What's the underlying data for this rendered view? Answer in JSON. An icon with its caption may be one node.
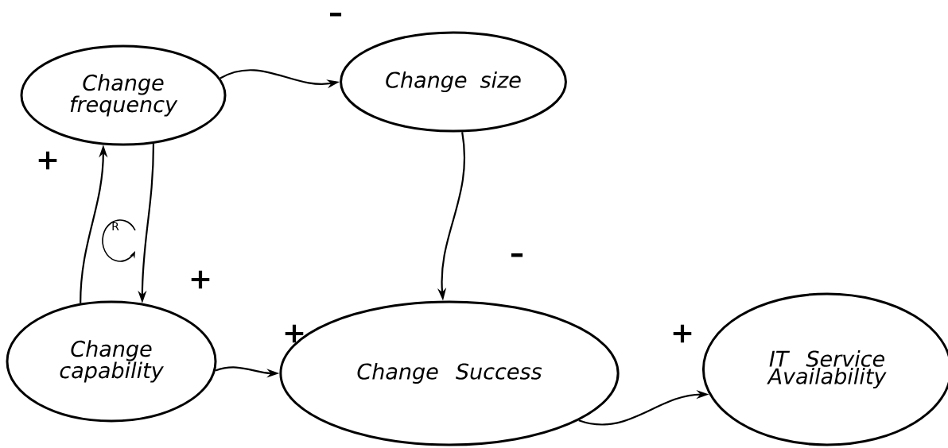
{
  "diagram": {
    "nodes": [
      {
        "text": [
          "Change frequency"
        ]
      },
      {
        "text": [
          "Change size"
        ]
      },
      {
        "text": [
          "Change capability"
        ]
      },
      {
        "text": [
          "Change Success"
        ]
      },
      {
        "text": [
          "IT Service Availability"
        ]
      }
    ],
    "edges": [
      {
        "from": 0,
        "to": 1,
        "arrow": "to",
        "label": "–"
      },
      {
        "from": 1,
        "to": 3,
        "arrow": "to",
        "label": "–"
      },
      {
        "from": 0,
        "to": 2,
        "arrow": "to",
        "label": "+"
      },
      {
        "from": 2,
        "to": 0,
        "arrow": "to",
        "label": "+"
      },
      {
        "from": 2,
        "to": 3,
        "arrow": "to",
        "label": "+"
      },
      {
        "from": 3,
        "to": 4,
        "arrow": "to",
        "label": "+"
      }
    ],
    "labels": [
      "R"
    ]
  }
}
